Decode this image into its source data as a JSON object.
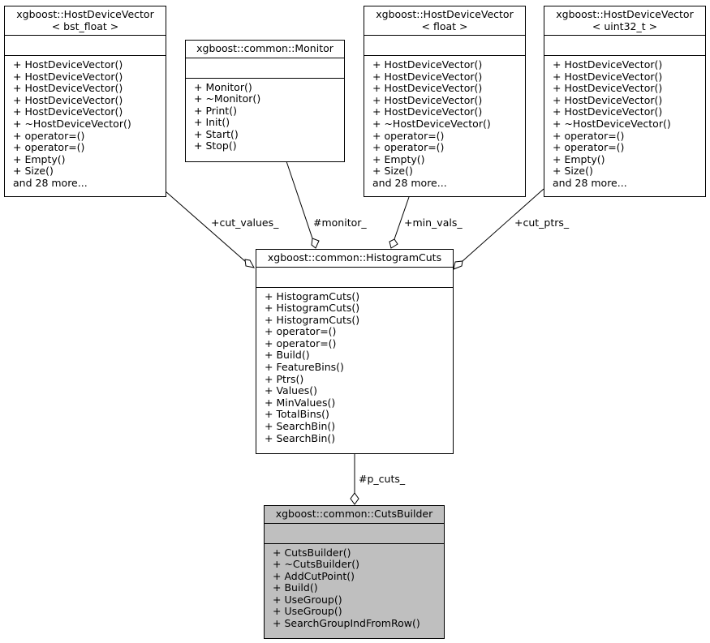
{
  "classes": {
    "hdv_bst_float": {
      "title_line1": "xgboost::HostDeviceVector",
      "title_line2": "< bst_float >",
      "methods": [
        "+ HostDeviceVector()",
        "+ HostDeviceVector()",
        "+ HostDeviceVector()",
        "+ HostDeviceVector()",
        "+ HostDeviceVector()",
        "+ ~HostDeviceVector()",
        "+ operator=()",
        "+ operator=()",
        "+ Empty()",
        "+ Size()",
        "and 28 more..."
      ]
    },
    "monitor": {
      "title_line1": "xgboost::common::Monitor",
      "methods": [
        "+ Monitor()",
        "+ ~Monitor()",
        "+ Print()",
        "+ Init()",
        "+ Start()",
        "+ Stop()"
      ]
    },
    "hdv_float": {
      "title_line1": "xgboost::HostDeviceVector",
      "title_line2": "< float >",
      "methods": [
        "+ HostDeviceVector()",
        "+ HostDeviceVector()",
        "+ HostDeviceVector()",
        "+ HostDeviceVector()",
        "+ HostDeviceVector()",
        "+ ~HostDeviceVector()",
        "+ operator=()",
        "+ operator=()",
        "+ Empty()",
        "+ Size()",
        "and 28 more..."
      ]
    },
    "hdv_uint32": {
      "title_line1": "xgboost::HostDeviceVector",
      "title_line2": "< uint32_t >",
      "methods": [
        "+ HostDeviceVector()",
        "+ HostDeviceVector()",
        "+ HostDeviceVector()",
        "+ HostDeviceVector()",
        "+ HostDeviceVector()",
        "+ ~HostDeviceVector()",
        "+ operator=()",
        "+ operator=()",
        "+ Empty()",
        "+ Size()",
        "and 28 more..."
      ]
    },
    "histogram_cuts": {
      "title_line1": "xgboost::common::HistogramCuts",
      "methods": [
        "+ HistogramCuts()",
        "+ HistogramCuts()",
        "+ HistogramCuts()",
        "+ operator=()",
        "+ operator=()",
        "+ Build()",
        "+ FeatureBins()",
        "+ Ptrs()",
        "+ Values()",
        "+ MinValues()",
        "+ TotalBins()",
        "+ SearchBin()",
        "+ SearchBin()"
      ]
    },
    "cuts_builder": {
      "title_line1": "xgboost::common::CutsBuilder",
      "methods": [
        "+ CutsBuilder()",
        "+ ~CutsBuilder()",
        "+ AddCutPoint()",
        "+ Build()",
        "+ UseGroup()",
        "+ UseGroup()",
        "+ SearchGroupIndFromRow()"
      ]
    }
  },
  "edges": {
    "cut_values": "+cut_values_",
    "monitor": "#monitor_",
    "min_vals": "+min_vals_",
    "cut_ptrs": "+cut_ptrs_",
    "p_cuts": "#p_cuts_"
  },
  "colors": {
    "focus_fill": "#bfbfbf",
    "stroke": "#000000"
  }
}
